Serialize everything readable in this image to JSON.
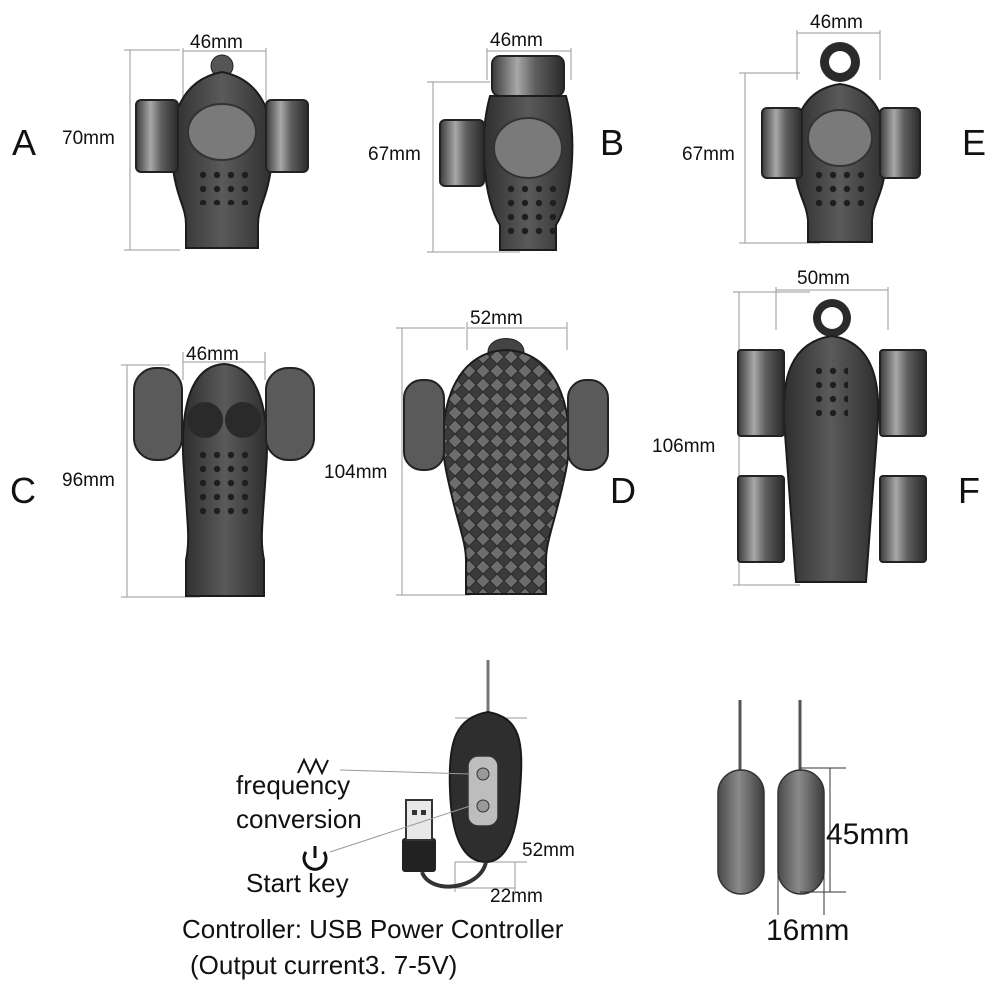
{
  "products": {
    "A": {
      "letter": "A",
      "width": "46mm",
      "height": "70mm"
    },
    "B": {
      "letter": "B",
      "width": "46mm",
      "height": "67mm"
    },
    "E": {
      "letter": "E",
      "width": "46mm",
      "height": "67mm"
    },
    "C": {
      "letter": "C",
      "width": "46mm",
      "height": "96mm"
    },
    "D": {
      "letter": "D",
      "width": "52mm",
      "height": "104mm"
    },
    "F": {
      "letter": "F",
      "width": "50mm",
      "height": "106mm"
    }
  },
  "controller": {
    "frequency_label_1": "frequency",
    "frequency_label_2": "conversion",
    "start_label": "Start key",
    "height": "52mm",
    "width": "22mm",
    "caption": "Controller: USB Power Controller",
    "output": "(Output current3. 7-5V)"
  },
  "bullets": {
    "height": "45mm",
    "width": "16mm"
  },
  "colors": {
    "device": "#3a3a3a",
    "device_light": "#6a6a6a",
    "dim_line": "#9a9a9a"
  }
}
